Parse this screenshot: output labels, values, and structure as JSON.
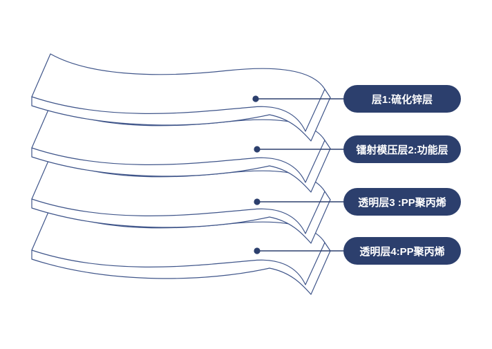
{
  "diagram": {
    "background_color": "#ffffff",
    "outline_color": "#3e5489",
    "accent_color": "#2c3f6d",
    "label_text_color": "#ffffff",
    "layers": [
      {
        "label": "层1:硫化锌层"
      },
      {
        "label": "镭射模压层2:功能层"
      },
      {
        "label": "透明层3 :PP聚丙烯"
      },
      {
        "label": "透明层4:PP聚丙烯"
      }
    ]
  }
}
